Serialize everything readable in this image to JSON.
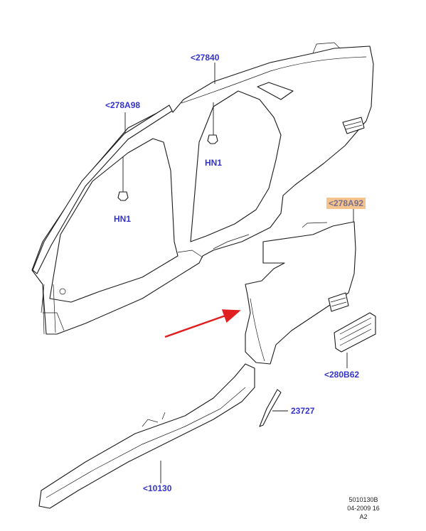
{
  "callouts": {
    "roof_rail": "<27840",
    "a_pillar": "<278A98",
    "hn1_upper": "HN1",
    "hn1_lower": "HN1",
    "quarter_panel": "<278A92",
    "fuel_door": "<280B62",
    "wheel_lip": "23727",
    "rocker": "<10130"
  },
  "footer": {
    "drawing_number": "5010130B",
    "date_code": "04-2009 16",
    "sheet": "A2"
  },
  "colors": {
    "label_blue": "#3333cc",
    "highlight": "#f4c38e",
    "arrow_red": "#e02020"
  }
}
